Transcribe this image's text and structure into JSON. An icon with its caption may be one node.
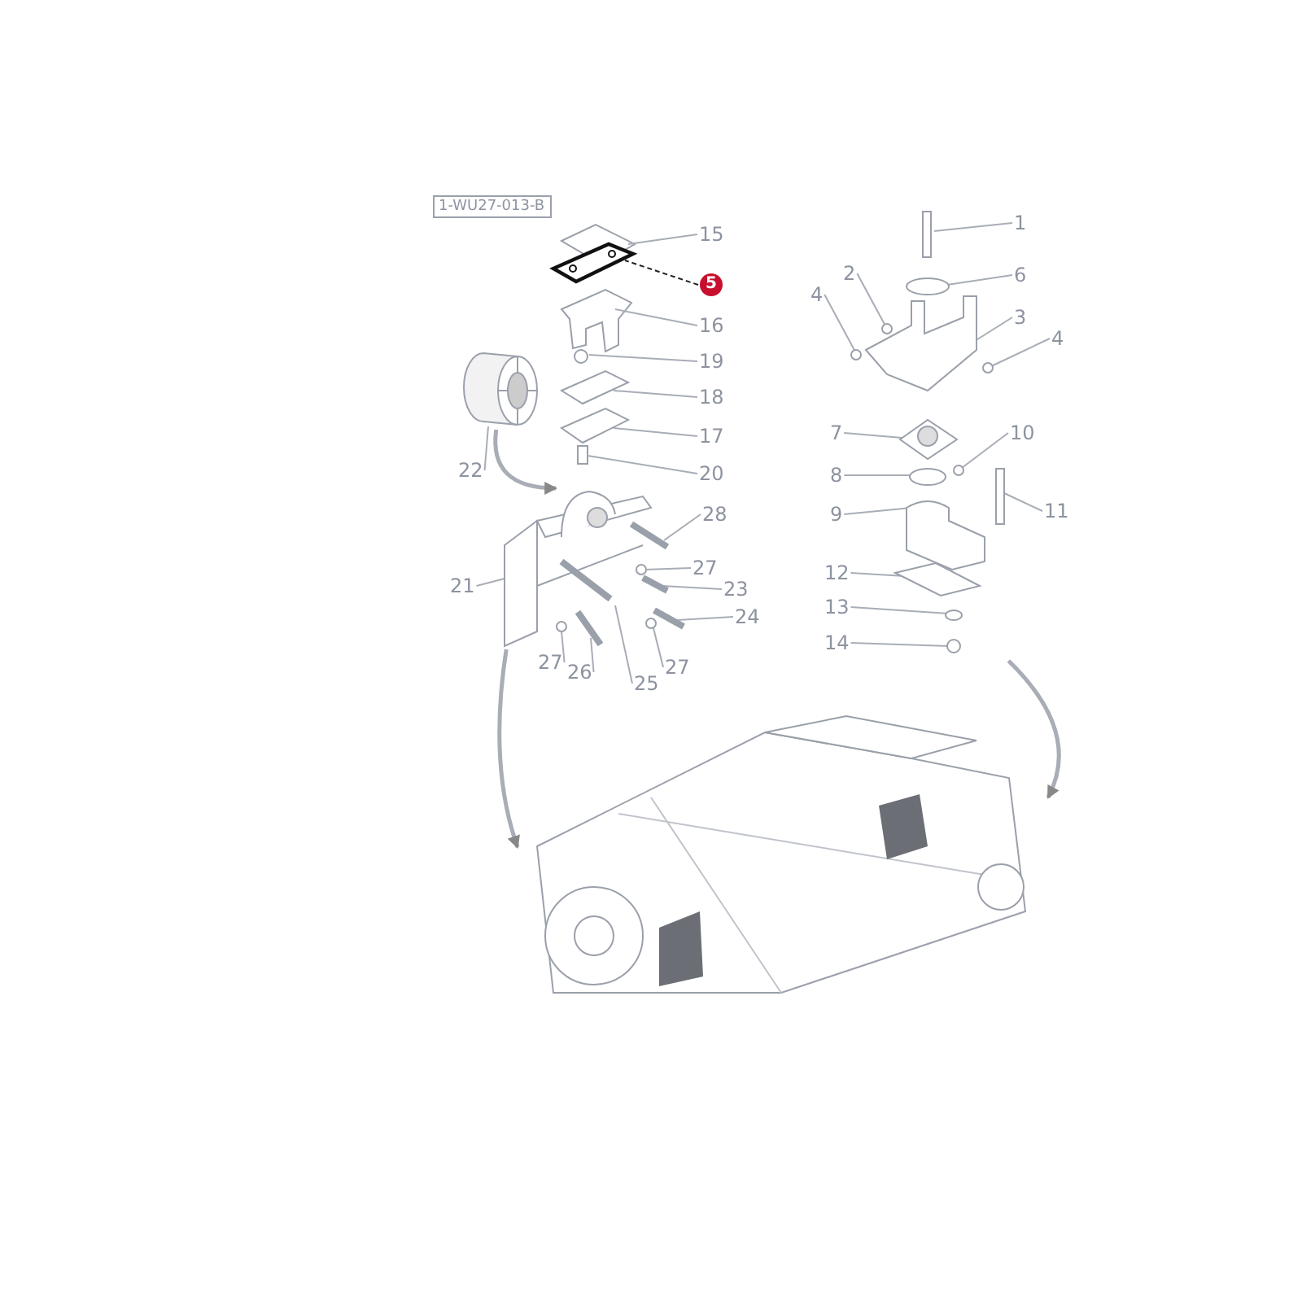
{
  "diagram": {
    "nodes": [
      {
        "text": [
          "1-WU27-013-B"
        ]
      },
      {
        "text": [],
        "shape": "cylinder"
      },
      {
        "text": [],
        "shape": "picture"
      },
      {
        "text": [],
        "shape": "picture"
      },
      {
        "text": [],
        "shape": "picture"
      },
      {
        "text": [
          "15"
        ]
      },
      {
        "text": [
          "5"
        ]
      },
      {
        "text": [
          "16"
        ]
      },
      {
        "text": [
          "19"
        ]
      },
      {
        "text": [
          "18"
        ]
      },
      {
        "text": [
          "17"
        ]
      },
      {
        "text": [
          "20"
        ]
      },
      {
        "text": [
          "22"
        ]
      },
      {
        "text": [
          "28"
        ]
      },
      {
        "text": [
          "21"
        ]
      },
      {
        "text": [
          "27"
        ]
      },
      {
        "text": [
          "23"
        ]
      },
      {
        "text": [
          "24"
        ]
      },
      {
        "text": [
          "27"
        ]
      },
      {
        "text": [
          "26"
        ]
      },
      {
        "text": [
          "25"
        ]
      },
      {
        "text": [
          "27"
        ]
      },
      {
        "text": [
          "1"
        ]
      },
      {
        "text": [
          "6"
        ]
      },
      {
        "text": [
          "2"
        ]
      },
      {
        "text": [
          "4"
        ]
      },
      {
        "text": [
          "3"
        ]
      },
      {
        "text": [
          "4"
        ]
      },
      {
        "text": [
          "7"
        ]
      },
      {
        "text": [
          "10"
        ]
      },
      {
        "text": [
          "8"
        ]
      },
      {
        "text": [
          "11"
        ]
      },
      {
        "text": [
          "9"
        ]
      },
      {
        "text": [
          "12"
        ]
      },
      {
        "text": [
          "13"
        ]
      },
      {
        "text": [
          "14"
        ]
      }
    ],
    "edges": [
      {
        "from": 5,
        "to": null,
        "arrow": "none"
      },
      {
        "from": 6,
        "to": null,
        "arrow": "none",
        "style": "dashed",
        "color": "#222222"
      },
      {
        "from": 7,
        "to": null,
        "arrow": "none"
      },
      {
        "from": 8,
        "to": null,
        "arrow": "none"
      },
      {
        "from": 9,
        "to": null,
        "arrow": "none"
      },
      {
        "from": 10,
        "to": null,
        "arrow": "none"
      },
      {
        "from": 11,
        "to": null,
        "arrow": "none"
      },
      {
        "from": 12,
        "to": 1,
        "arrow": "none"
      },
      {
        "from": 13,
        "to": 2,
        "arrow": "none"
      },
      {
        "from": 14,
        "to": 2,
        "arrow": "none"
      },
      {
        "from": 15,
        "to": 2,
        "arrow": "none"
      },
      {
        "from": 16,
        "to": 2,
        "arrow": "none"
      },
      {
        "from": 17,
        "to": 2,
        "arrow": "none"
      },
      {
        "from": 18,
        "to": 2,
        "arrow": "none"
      },
      {
        "from": 19,
        "to": 2,
        "arrow": "none"
      },
      {
        "from": 20,
        "to": 2,
        "arrow": "none"
      },
      {
        "from": 21,
        "to": 2,
        "arrow": "none"
      },
      {
        "from": 22,
        "to": 3,
        "arrow": "none"
      },
      {
        "from": 23,
        "to": 3,
        "arrow": "none"
      },
      {
        "from": 24,
        "to": 3,
        "arrow": "none"
      },
      {
        "from": 25,
        "to": 3,
        "arrow": "none"
      },
      {
        "from": 26,
        "to": 3,
        "arrow": "none"
      },
      {
        "from": 27,
        "to": 3,
        "arrow": "none"
      },
      {
        "from": 28,
        "to": 3,
        "arrow": "none"
      },
      {
        "from": 29,
        "to": 3,
        "arrow": "none"
      },
      {
        "from": 30,
        "to": 3,
        "arrow": "none"
      },
      {
        "from": 31,
        "to": 3,
        "arrow": "none"
      },
      {
        "from": 32,
        "to": 3,
        "arrow": "none"
      },
      {
        "from": 33,
        "to": 3,
        "arrow": "none"
      },
      {
        "from": 34,
        "to": 3,
        "arrow": "none"
      },
      {
        "from": 35,
        "to": 3,
        "arrow": "none"
      },
      {
        "from": 1,
        "to": 2,
        "arrow": "to",
        "style": "thick"
      },
      {
        "from": 2,
        "to": 4,
        "arrow": "to",
        "style": "thick"
      },
      {
        "from": 3,
        "to": 4,
        "arrow": "to",
        "style": "thick"
      }
    ]
  }
}
